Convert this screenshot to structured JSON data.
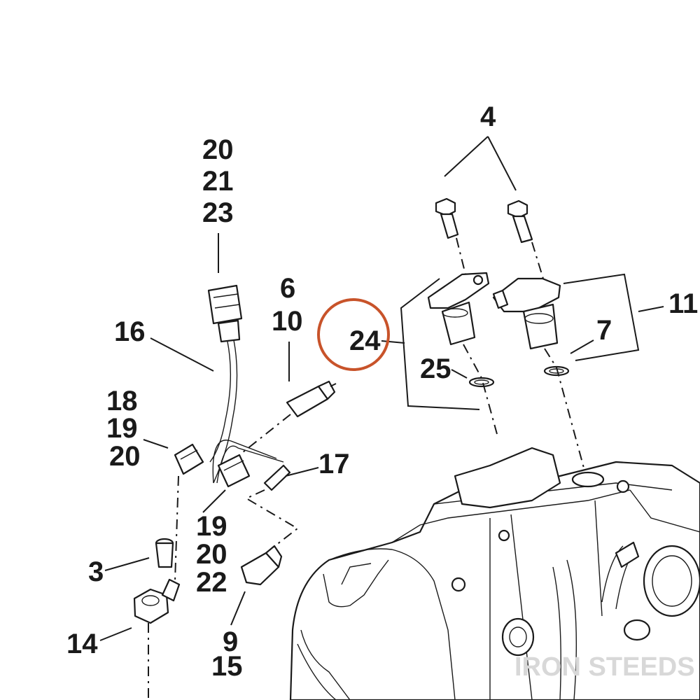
{
  "diagram": {
    "callouts": {
      "c4": "4",
      "c20a": "20",
      "c21": "21",
      "c23": "23",
      "c6": "6",
      "c10": "10",
      "c24": "24",
      "c11": "11",
      "c7": "7",
      "c16": "16",
      "c25": "25",
      "c18": "18",
      "c19a": "19",
      "c20b": "20",
      "c17": "17",
      "c19b": "19",
      "c20c": "20",
      "c22": "22",
      "c3": "3",
      "c14": "14",
      "c9": "9",
      "c15": "15"
    },
    "highlight_color": "#c8532a",
    "line_color": "#1a1a1a",
    "watermark": "IRON STEEDS"
  }
}
